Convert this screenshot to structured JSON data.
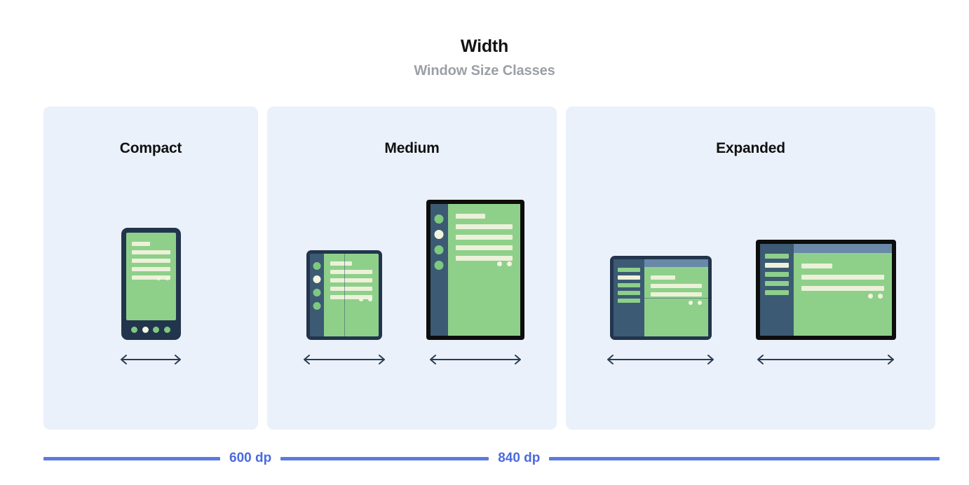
{
  "header": {
    "title": "Width",
    "subtitle": "Window Size Classes"
  },
  "panels": [
    {
      "id": "compact",
      "label": "Compact",
      "devices": [
        {
          "type": "phone",
          "arrow_icon": "double-arrow-horizontal-icon"
        }
      ]
    },
    {
      "id": "medium",
      "label": "Medium",
      "devices": [
        {
          "type": "foldable-portrait",
          "arrow_icon": "double-arrow-horizontal-icon"
        },
        {
          "type": "tablet-portrait",
          "arrow_icon": "double-arrow-horizontal-icon"
        }
      ]
    },
    {
      "id": "expanded",
      "label": "Expanded",
      "devices": [
        {
          "type": "foldable-landscape",
          "arrow_icon": "double-arrow-horizontal-icon"
        },
        {
          "type": "tablet-landscape",
          "arrow_icon": "double-arrow-horizontal-icon"
        }
      ]
    }
  ],
  "ruler": {
    "breakpoints": [
      "600 dp",
      "840 dp"
    ],
    "line_color": "#5d7ae0",
    "label_color": "#4a6ae0"
  },
  "colors": {
    "page_background": "#ffffff",
    "panel_background": "#eaf1fb",
    "title_text": "#131313",
    "subtitle_text": "#9aa0a6",
    "label_text": "#101010",
    "device_frame_navy": "#23354d",
    "device_frame_black": "#0d0d0d",
    "screen_green": "#8ed08a",
    "nav_rail_navy": "#3c5a73",
    "content_cream": "#edf1d9",
    "top_bar_blue": "#6a89a8",
    "arrow": "#2b3c50"
  }
}
